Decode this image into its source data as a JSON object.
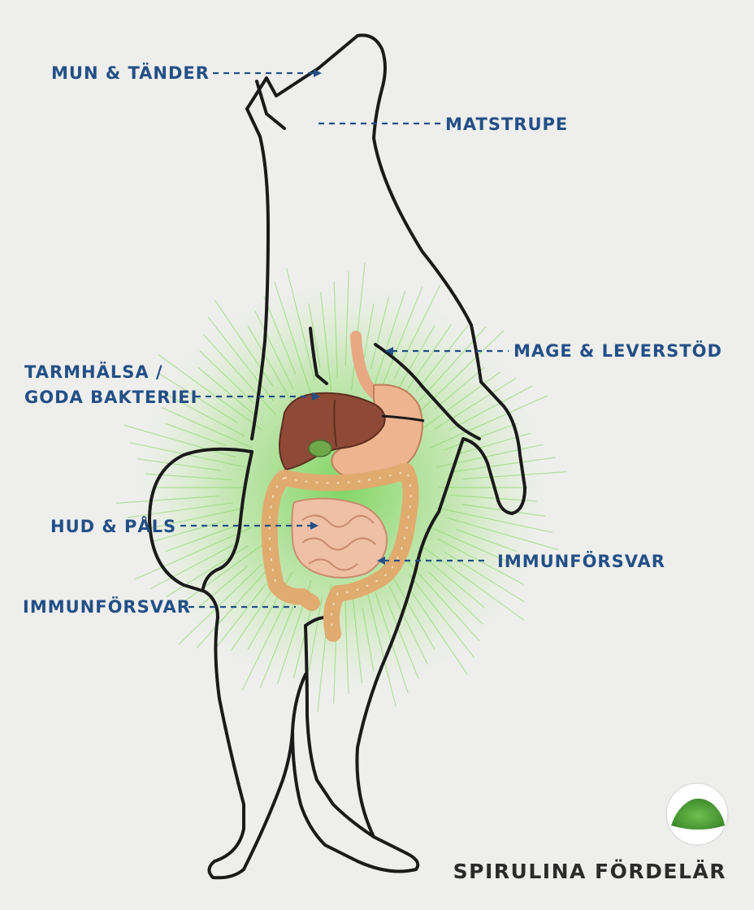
{
  "labels": {
    "mouth": "MUN & TÄNDER",
    "esophagus": "MATSTRUPE",
    "stomach_liver": "MAGE & LEVERSTÖD",
    "gut_line1": "TARMHÄLSA /",
    "gut_line2": "GODA BAKTERIEI",
    "skin": "HUD & PÅLS",
    "immune_right": "IMMUNFÖRSVAR",
    "immune_left": "IMMUNFÖRSVAR"
  },
  "footer": {
    "title": "SPIRULINA FÖRDELÄR"
  },
  "colors": {
    "label_blue": "#234f86",
    "outline": "#1a1a1a",
    "glow_green": "#6cd14a",
    "liver": "#8e4a36",
    "stomach": "#ecb48f",
    "intestine": "#e0ab6f",
    "small_intestine": "#efc0a6",
    "gallbladder": "#6fa84a",
    "spirulina": "#4e9e3a"
  }
}
